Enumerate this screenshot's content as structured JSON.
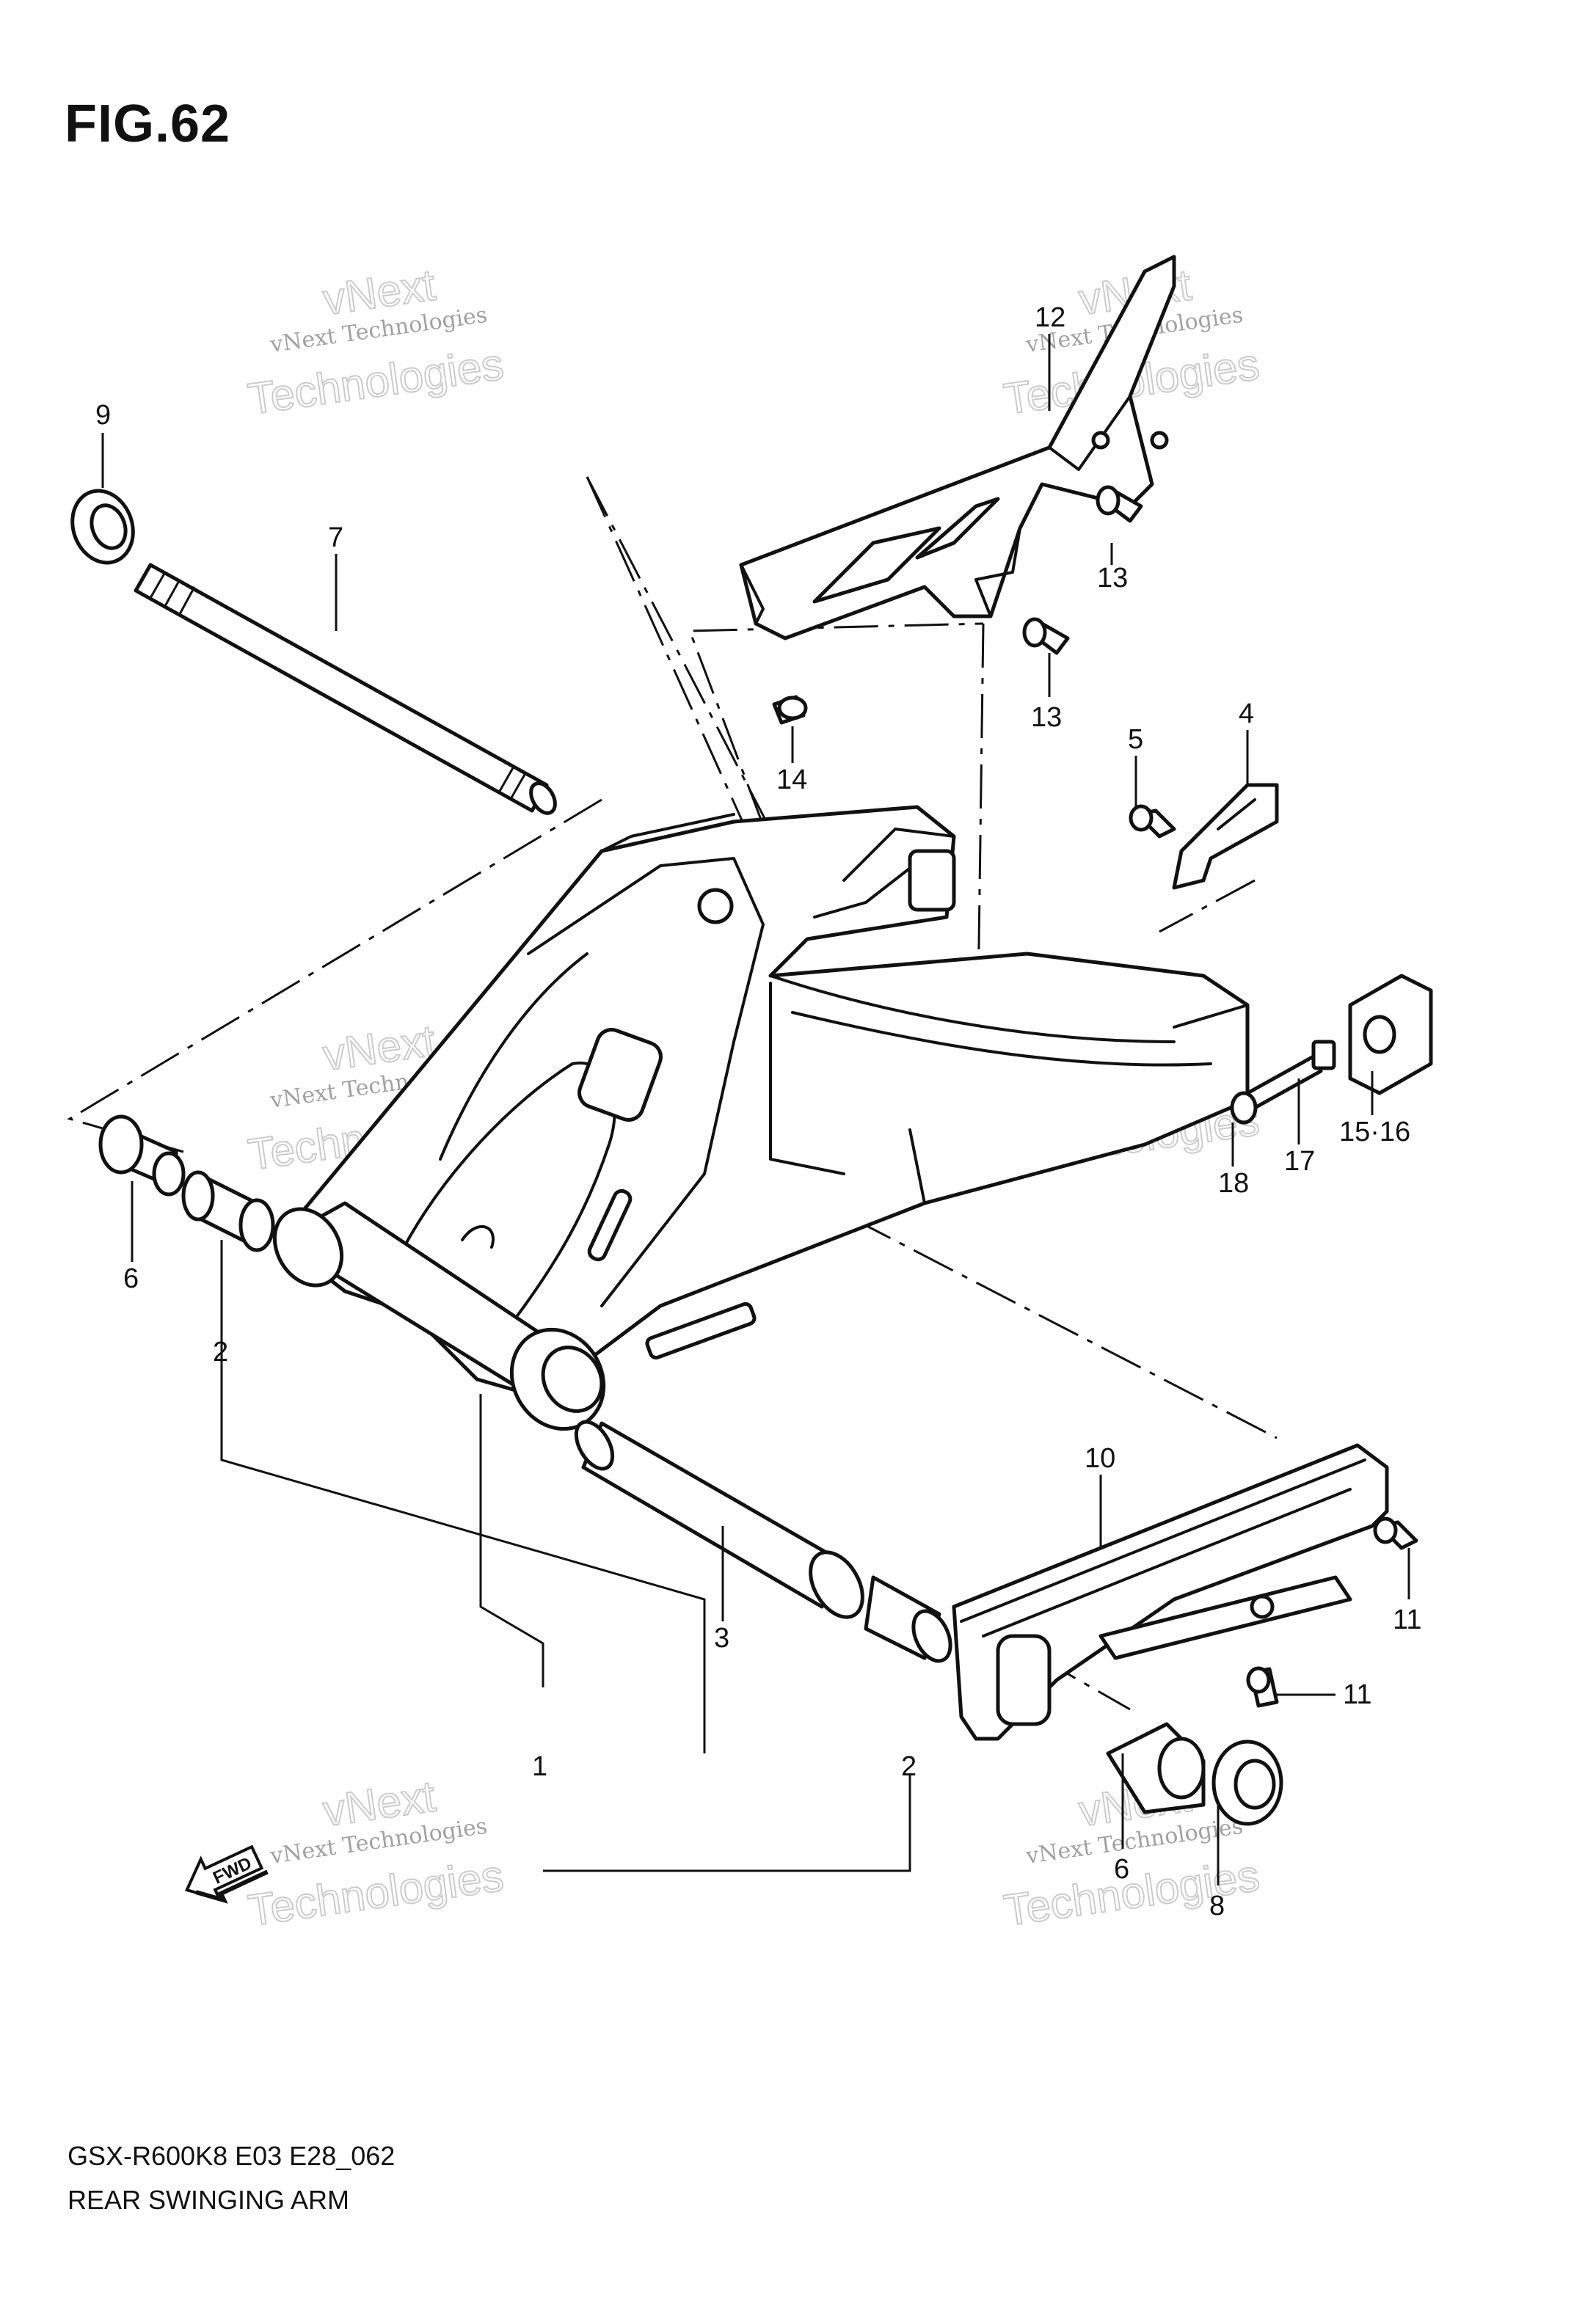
{
  "figure": {
    "title": "FIG.62"
  },
  "caption": {
    "code": "GSX-R600K8 E03 E28_062",
    "name": "REAR SWINGING ARM"
  },
  "fwd_label": "FWD",
  "watermark": {
    "line1": "vNext Technologies",
    "line2": "Technologies",
    "line3": "vNext"
  },
  "callouts": [
    {
      "id": "c1",
      "label": "1"
    },
    {
      "id": "c2a",
      "label": "2"
    },
    {
      "id": "c2b",
      "label": "2"
    },
    {
      "id": "c3",
      "label": "3"
    },
    {
      "id": "c4",
      "label": "4"
    },
    {
      "id": "c5",
      "label": "5"
    },
    {
      "id": "c6a",
      "label": "6"
    },
    {
      "id": "c6b",
      "label": "6"
    },
    {
      "id": "c7",
      "label": "7"
    },
    {
      "id": "c8",
      "label": "8"
    },
    {
      "id": "c9",
      "label": "9"
    },
    {
      "id": "c10",
      "label": "10"
    },
    {
      "id": "c11a",
      "label": "11"
    },
    {
      "id": "c11b",
      "label": "11"
    },
    {
      "id": "c12",
      "label": "12"
    },
    {
      "id": "c13a",
      "label": "13"
    },
    {
      "id": "c13b",
      "label": "13"
    },
    {
      "id": "c14",
      "label": "14"
    },
    {
      "id": "c1516",
      "label": "15·16"
    },
    {
      "id": "c17",
      "label": "17"
    },
    {
      "id": "c18",
      "label": "18"
    }
  ]
}
